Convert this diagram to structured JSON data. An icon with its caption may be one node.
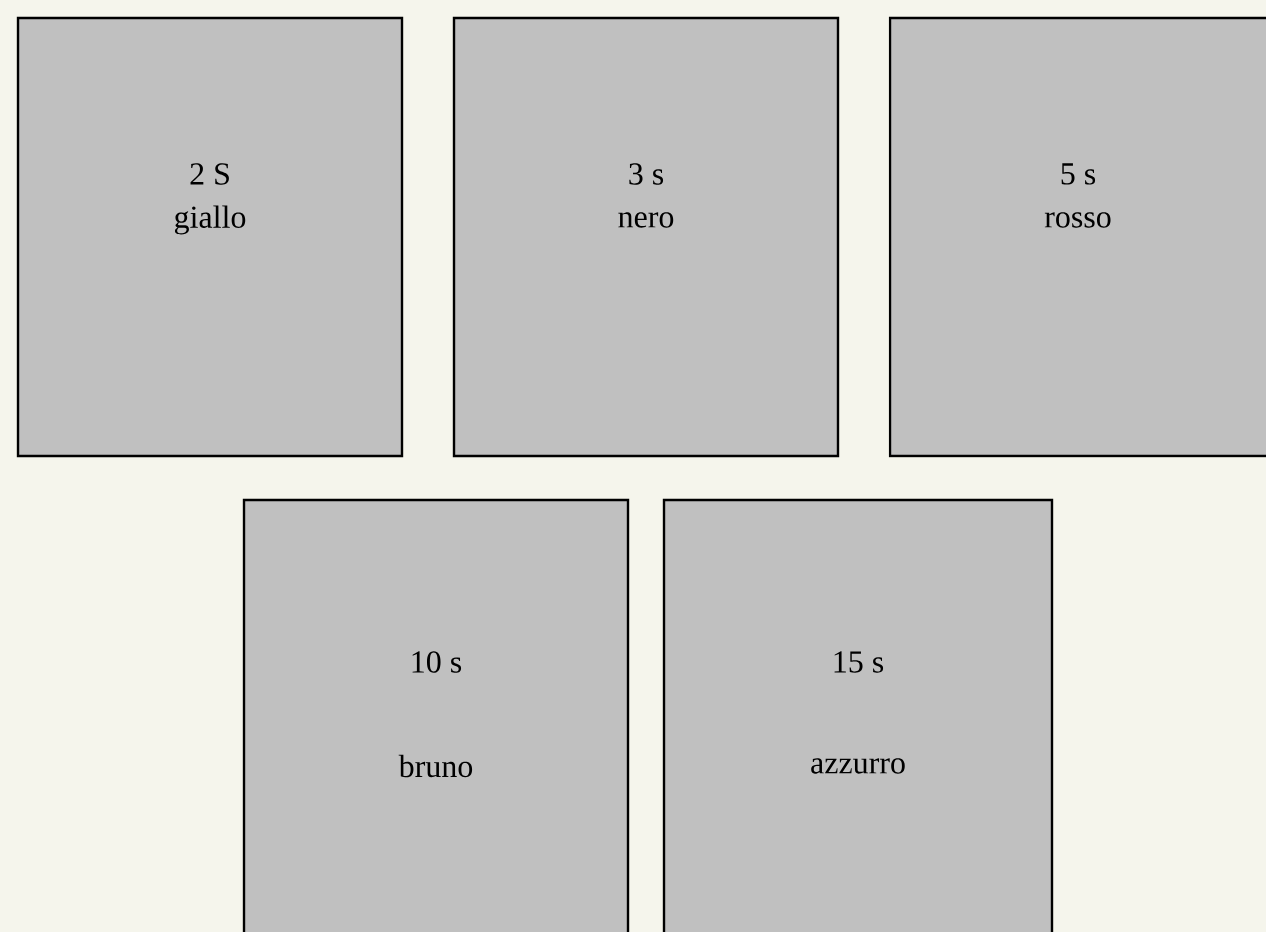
{
  "diagram": {
    "nodes": [
      {
        "text": [
          "2 S",
          "giallo"
        ]
      },
      {
        "text": [
          "3 s",
          "nero"
        ]
      },
      {
        "text": [
          "5 s",
          "rosso"
        ]
      },
      {
        "text": [
          "10 s",
          "bruno"
        ]
      },
      {
        "text": [
          "15 s",
          "azzurro"
        ]
      }
    ]
  }
}
